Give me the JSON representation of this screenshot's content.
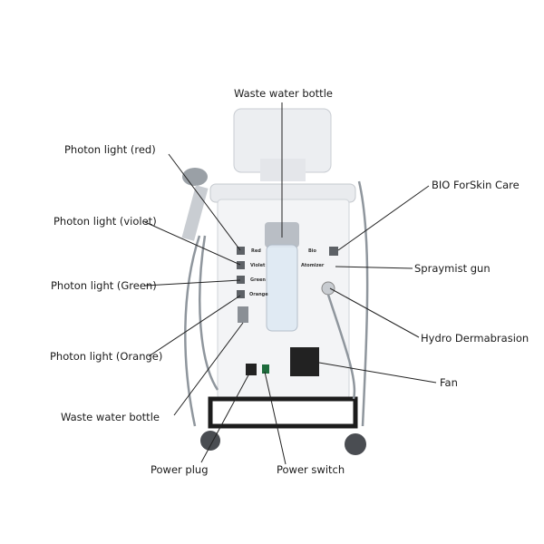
{
  "labels": {
    "top_waste_bottle": "Waste water bottle",
    "photon_red": "Photon light (red)",
    "photon_violet": "Photon light (violet)",
    "photon_green": "Photon light (Green)",
    "photon_orange": "Photon light (Orange)",
    "left_waste_bottle": "Waste water bottle",
    "power_plug": "Power plug",
    "power_switch": "Power switch",
    "bio": "BIO ForSkin Care",
    "spraymist": "Spraymist gun",
    "hydro": "Hydro Dermabrasion",
    "fan": "Fan"
  },
  "ports": {
    "red": "Red",
    "violet": "Violet",
    "green": "Green",
    "orange": "Orange",
    "bio": "Bio",
    "atomizer": "Atomizer"
  },
  "colors": {
    "body": "#f2f3f5",
    "line": "#222222",
    "base": "#1c1c1c"
  }
}
